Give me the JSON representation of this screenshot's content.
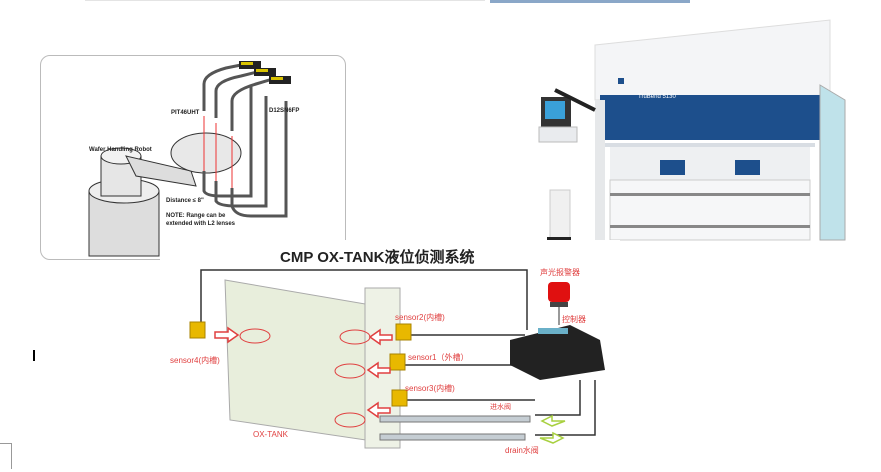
{
  "robot_figure": {
    "sensor_label": "PIT46UHT",
    "amplifier_label": "D12SN6FP",
    "robot_label": "Wafer Handling Robot",
    "distance_label": "Distance ≤ 8\"",
    "note_line1": "NOTE: Range can be",
    "note_line2": "extended with L2 lenses"
  },
  "machine_figure": {
    "brand_label": "TruBend 5130",
    "accent_color": "#1d4f8c"
  },
  "tank_figure": {
    "title": "CMP OX-TANK液位侦测系统",
    "alarm_label": "声光报警器",
    "controller_label": "控制器",
    "sensor2_label": "sensor2(内槽)",
    "sensor1_label": "sensor1（外槽）",
    "sensor3_label": "sensor3(内槽)",
    "sensor4_label": "sensor4(内槽)",
    "inlet_label": "进水阀",
    "drain_label": "drain水阀",
    "tank_label": "OX-TANK",
    "label_color": "#e04040"
  }
}
